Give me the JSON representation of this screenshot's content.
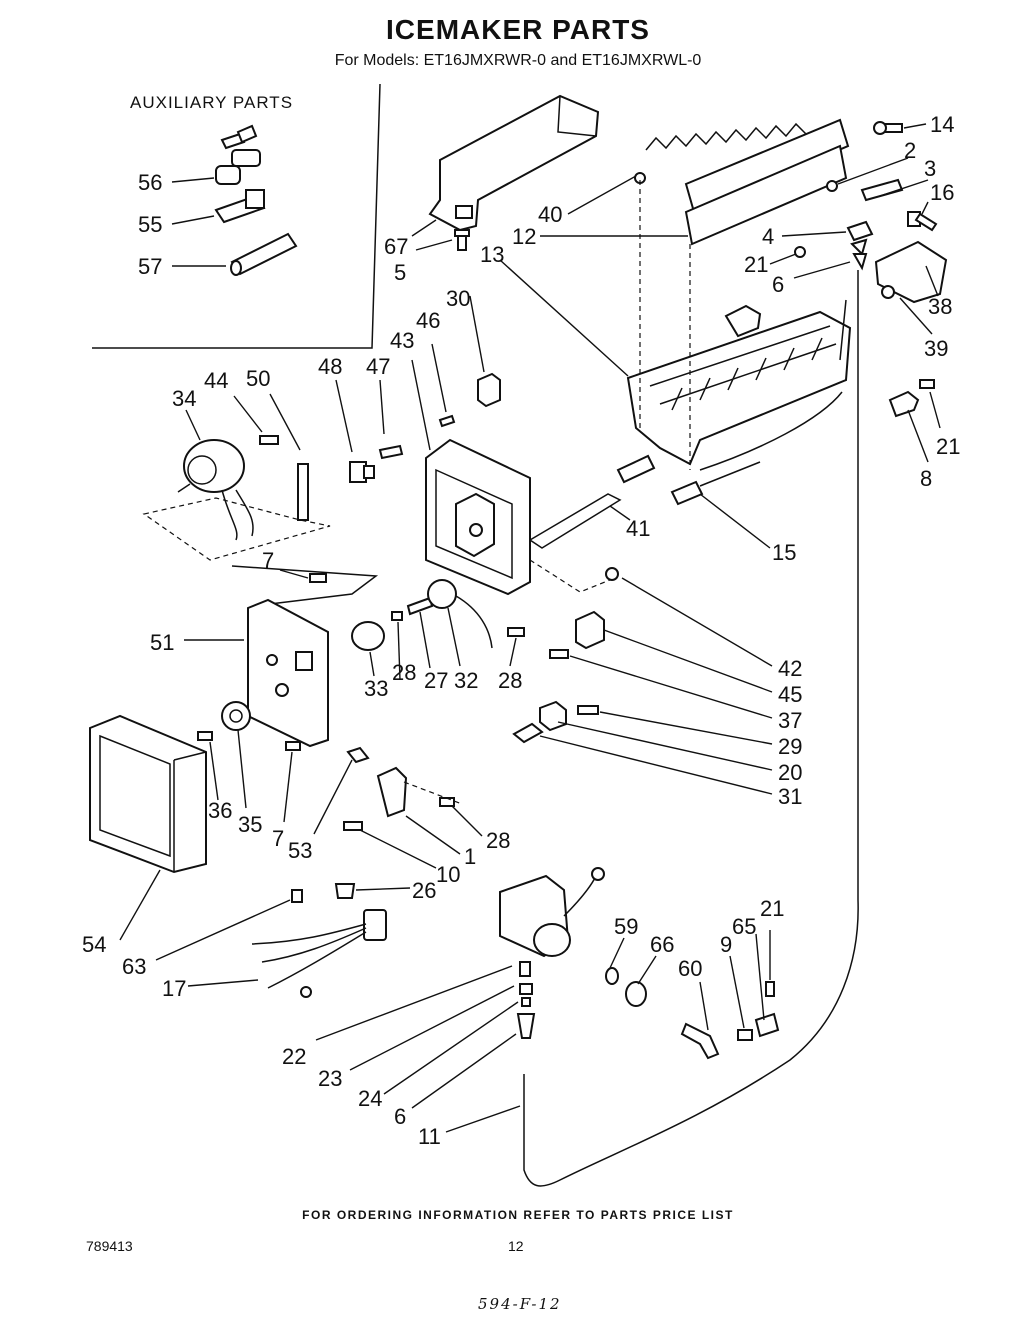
{
  "header": {
    "title": "ICEMAKER PARTS",
    "subtitle": "For Models: ET16JMXRWR-0 and ET16JMXRWL-0"
  },
  "auxiliary": {
    "heading": "AUXILIARY PARTS"
  },
  "labels": {
    "p1": "1",
    "p2": "2",
    "p3": "3",
    "p4": "4",
    "p5": "5",
    "p6a": "6",
    "p6b": "6",
    "p7a": "7",
    "p7b": "7",
    "p8": "8",
    "p9": "9",
    "p10": "10",
    "p11": "11",
    "p12": "12",
    "p13": "13",
    "p14": "14",
    "p15": "15",
    "p16": "16",
    "p17": "17",
    "p20": "20",
    "p21a": "21",
    "p21b": "21",
    "p21c": "21",
    "p22": "22",
    "p23": "23",
    "p24": "24",
    "p26": "26",
    "p27": "27",
    "p28a": "28",
    "p28b": "28",
    "p28c": "28",
    "p29": "29",
    "p30": "30",
    "p31": "31",
    "p32": "32",
    "p33": "33",
    "p34": "34",
    "p35": "35",
    "p36": "36",
    "p37": "37",
    "p38": "38",
    "p39": "39",
    "p40": "40",
    "p41": "41",
    "p42": "42",
    "p43": "43",
    "p44": "44",
    "p45": "45",
    "p46": "46",
    "p47": "47",
    "p48": "48",
    "p50": "50",
    "p51": "51",
    "p53": "53",
    "p54": "54",
    "p55": "55",
    "p56": "56",
    "p57": "57",
    "p59": "59",
    "p60": "60",
    "p63": "63",
    "p65": "65",
    "p66": "66",
    "p67": "67"
  },
  "footer": {
    "note": "FOR ORDERING INFORMATION REFER TO PARTS PRICE LIST",
    "doc_number": "789413",
    "page_number": "12",
    "handwritten": "594-F-12"
  }
}
